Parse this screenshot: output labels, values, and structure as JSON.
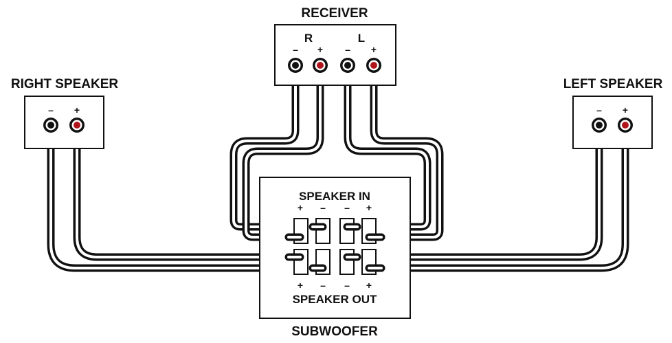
{
  "receiver": {
    "title": "RECEIVER",
    "channel_r": "R",
    "channel_l": "L",
    "terminals": [
      "–",
      "+",
      "–",
      "+"
    ]
  },
  "right_speaker": {
    "title": "RIGHT SPEAKER",
    "terminals": [
      "–",
      "+"
    ]
  },
  "left_speaker": {
    "title": "LEFT SPEAKER",
    "terminals": [
      "–",
      "+"
    ]
  },
  "subwoofer": {
    "title": "SUBWOOFER",
    "speaker_in_label": "SPEAKER IN",
    "speaker_out_label": "SPEAKER OUT",
    "in_terminals": [
      "+",
      "–",
      "–",
      "+"
    ],
    "out_terminals": [
      "+",
      "–",
      "–",
      "+"
    ]
  },
  "colors": {
    "positive_terminal": "#b0151c",
    "negative_terminal": "#111111",
    "wire": "#111111"
  }
}
